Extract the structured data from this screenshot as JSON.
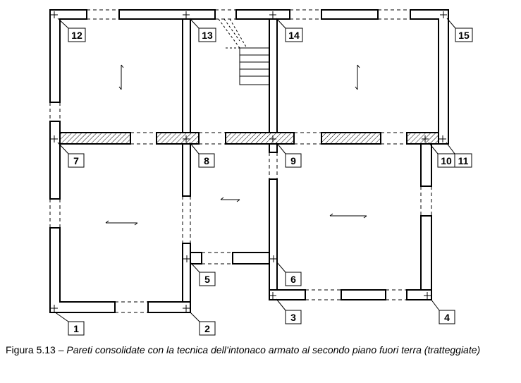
{
  "caption": {
    "prefix": "Figura 5.13 – ",
    "text": "Pareti consolidate con la tecnica dell’intonaco armato al secondo piano fuori terra (tratteggiate)"
  },
  "node_labels": [
    "1",
    "2",
    "3",
    "4",
    "5",
    "6",
    "7",
    "8",
    "9",
    "10",
    "11",
    "12",
    "13",
    "14",
    "15"
  ],
  "colors": {
    "wall_outline": "#000000",
    "hatch": "#000000",
    "background": "#ffffff"
  }
}
